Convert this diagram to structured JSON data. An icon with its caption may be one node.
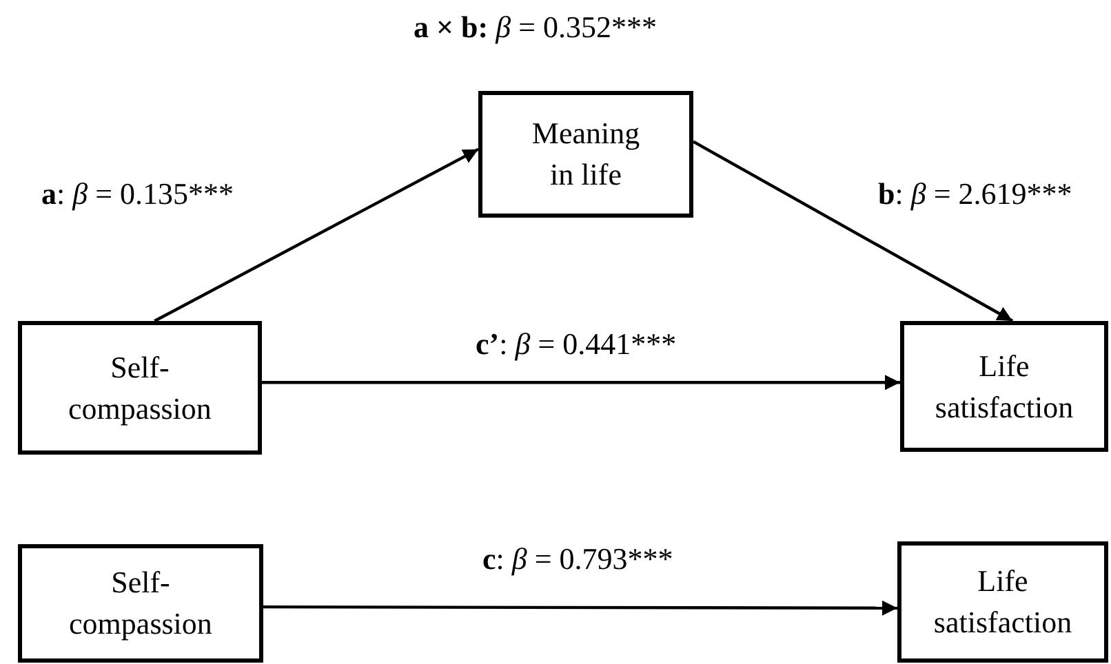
{
  "diagram": {
    "nodes": [
      {
        "text": [
          "Meaning in life"
        ]
      },
      {
        "text": [
          "Self-compassion"
        ]
      },
      {
        "text": [
          "Life satisfaction"
        ]
      },
      {
        "text": [
          "Self-compassion"
        ]
      },
      {
        "text": [
          "Life satisfaction"
        ]
      }
    ],
    "edges": [
      {
        "from": 1,
        "to": 0,
        "arrow": "to",
        "label": "**a**: *β* = 0.135***"
      },
      {
        "from": 0,
        "to": 2,
        "arrow": "to",
        "label": "**b**: *β* = 2.619***"
      },
      {
        "from": 1,
        "to": 2,
        "arrow": "to",
        "label": "**c’**: *β* = 0.441***"
      },
      {
        "from": 3,
        "to": 4,
        "arrow": "to",
        "label": "**c**: *β* = 0.793***"
      }
    ],
    "labels": [
      "**a × b:** *β* = 0.352***"
    ]
  }
}
